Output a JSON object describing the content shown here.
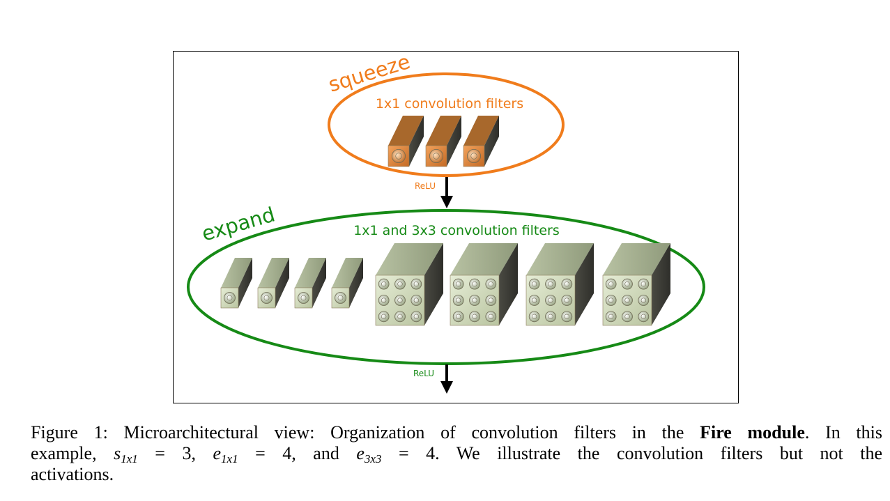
{
  "diagram": {
    "squeeze_label": "squeeze",
    "squeeze_subtitle": "1x1 convolution filters",
    "squeeze_relu": "ReLU",
    "expand_label": "expand",
    "expand_subtitle": "1x1 and 3x3 convolution filters",
    "expand_relu": "ReLU",
    "colors": {
      "squeeze": "#f07c1c",
      "expand": "#168a16",
      "squeeze_filter": "#d8843c",
      "expand_filter": "#c9d3b4"
    },
    "squeeze_filter_count": 3,
    "expand_1x1_filter_count": 4,
    "expand_3x3_filter_count": 4
  },
  "caption": {
    "label": "Figure 1:",
    "text_1": "Microarchitectural view: Organization of convolution filters in the",
    "bold": "Fire module",
    "text_2": ". In this",
    "line2_start": "example,",
    "s_sym": "s",
    "s_sub": "1x1",
    "s_val": "= 3,",
    "e1_sym": "e",
    "e1_sub": "1x1",
    "e1_val": "= 4, and",
    "e3_sym": "e",
    "e3_sub": "3x3",
    "e3_val": "= 4.",
    "line2_end": "We illustrate the convolution filters but not the",
    "line3": "activations."
  }
}
